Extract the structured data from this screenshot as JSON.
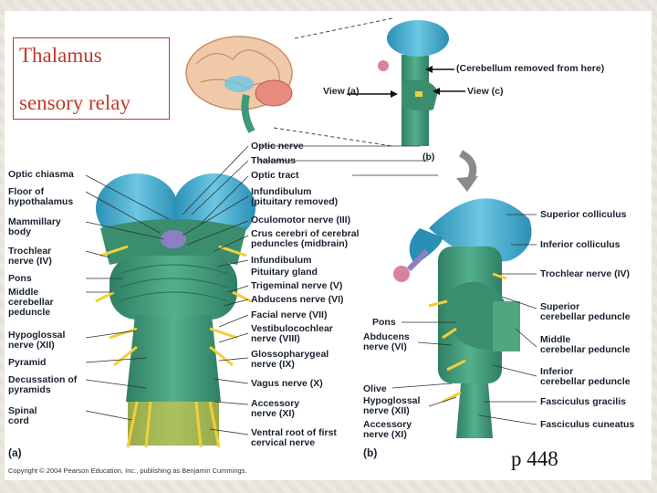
{
  "box": {
    "title": "Thalamus",
    "subtitle": "sensory relay"
  },
  "page_number": "p 448",
  "copyright": "Copyright © 2004 Pearson Education, Inc., publishing as Benjamin Cummings.",
  "panel_labels": {
    "a": "(a)",
    "b": "(b)",
    "b_top": "(b)"
  },
  "top_labels": {
    "cerebellum_removed": "(Cerebellum removed from here)",
    "view_a": "View (a)",
    "view_c": "View (c)"
  },
  "left_labels": [
    "Optic chiasma",
    "Floor of\nhypothalamus",
    "Mammillary\nbody",
    "Trochlear\nnerve (IV)",
    "Pons",
    "Middle\ncerebellar\npeduncle",
    "Hypoglossal\nnerve (XII)",
    "Pyramid",
    "Decussation of\npyramids",
    "Spinal\ncord"
  ],
  "center_labels": [
    "Optic nerve",
    "Thalamus",
    "Optic tract",
    "Infundibulum\n(pituitary removed)",
    "Oculomotor nerve (III)",
    "Crus cerebri of cerebral\npeduncles (midbrain)",
    "Infundibulum",
    "Pituitary gland",
    "Trigeminal nerve (V)",
    "Abducens nerve (VI)",
    "Facial nerve (VII)",
    "Vestibulocochlear\nnerve (VIII)",
    "Glossopharygeal\nnerve (IX)",
    "Vagus nerve (X)",
    "Accessory\nnerve (XI)",
    "Ventral root of first\ncervical nerve"
  ],
  "middle_labels": [
    "Pons",
    "Abducens\nnerve (VI)",
    "Olive",
    "Hypoglossal\nnerve (XII)",
    "Accessory\nnerve (XI)"
  ],
  "right_labels": [
    "Superior colliculus",
    "Inferior colliculus",
    "Trochlear nerve (IV)",
    "Superior\ncerebellar peduncle",
    "Middle\ncerebellar peduncle",
    "Inferior\ncerebellar peduncle",
    "Fasciculus gracilis",
    "Fasciculus cuneatus"
  ],
  "colors": {
    "thalamus_blue": "#3aa6c9",
    "brainstem_green": "#3f9a78",
    "nerve_yellow": "#f2cf3a",
    "pituitary_pink": "#d9839a",
    "accent_red": "#c0392b"
  }
}
